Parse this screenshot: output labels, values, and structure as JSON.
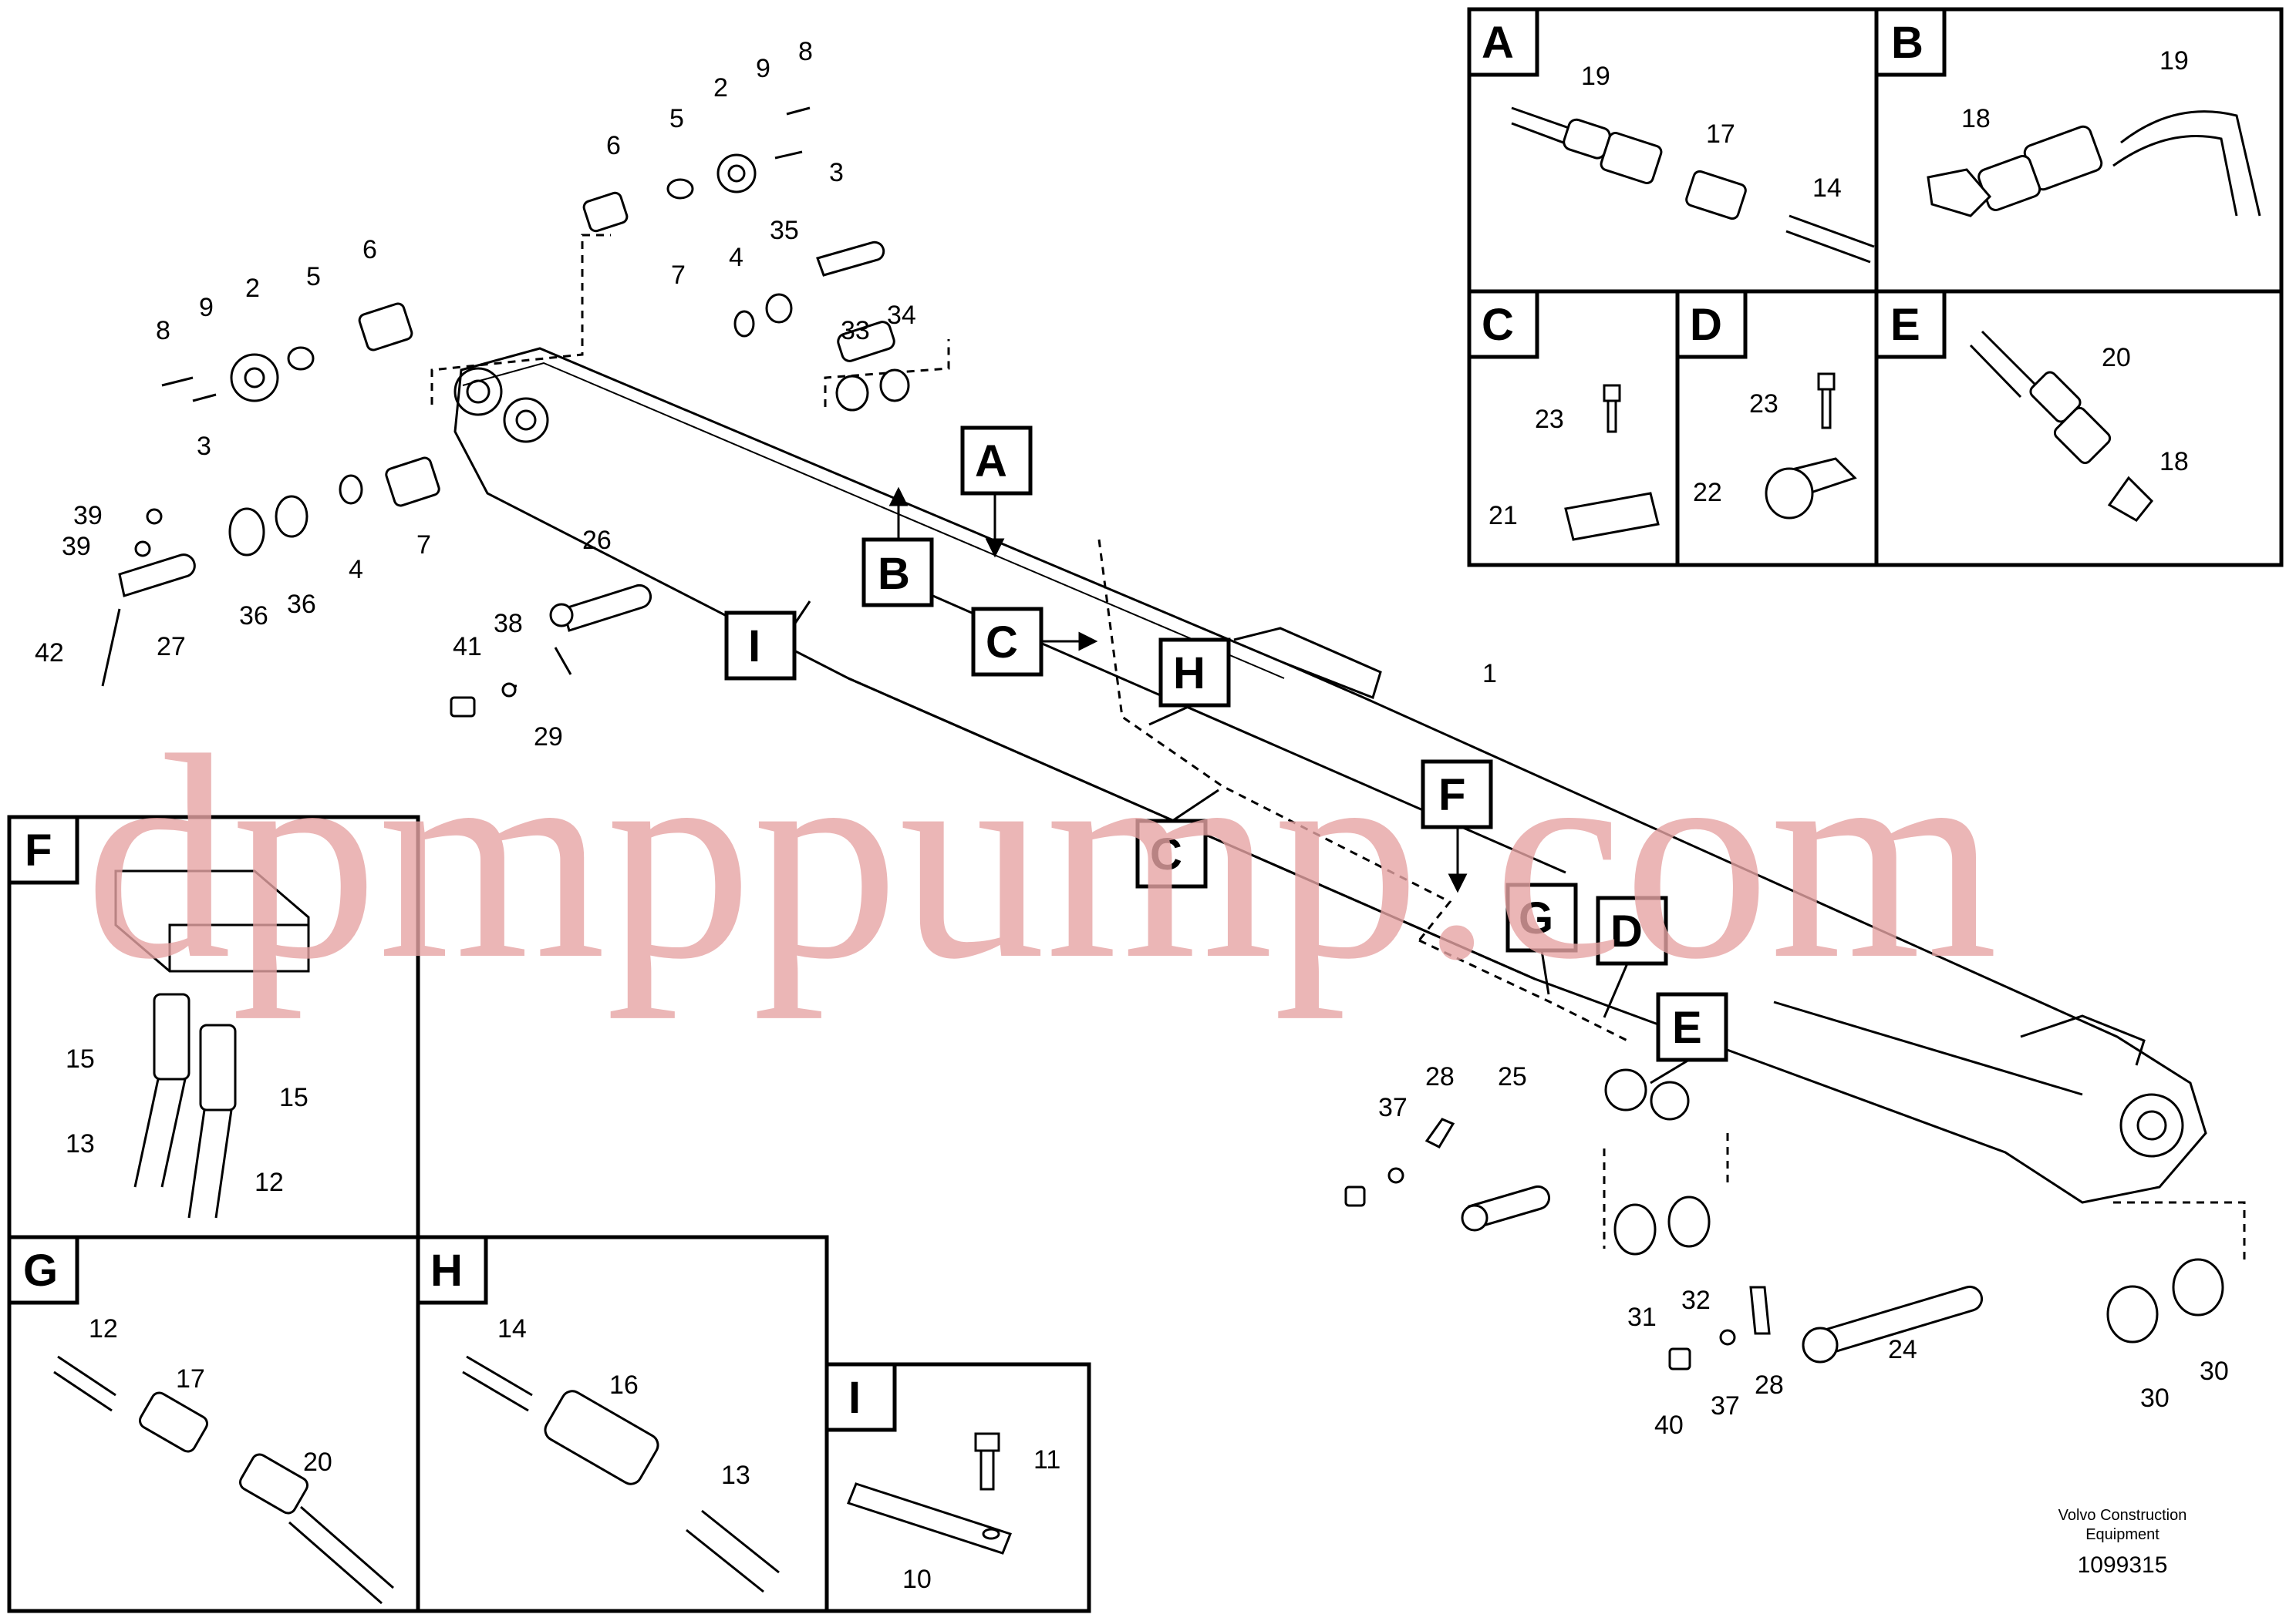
{
  "watermark": "dpmppump.com",
  "credit": {
    "line1": "Volvo Construction",
    "line2": "Equipment"
  },
  "document_number": "1099315",
  "colors": {
    "line": "#000000",
    "watermark": "#e7a4a4",
    "background": "#ffffff"
  },
  "detail_views": {
    "A": {
      "letter": "A",
      "callouts": [
        "19",
        "17",
        "14"
      ]
    },
    "B": {
      "letter": "B",
      "callouts": [
        "19",
        "18"
      ]
    },
    "C": {
      "letter": "C",
      "callouts": [
        "23",
        "21"
      ]
    },
    "D": {
      "letter": "D",
      "callouts": [
        "23",
        "22"
      ]
    },
    "E": {
      "letter": "E",
      "callouts": [
        "20",
        "18"
      ]
    },
    "F": {
      "letter": "F",
      "callouts": [
        "15",
        "15",
        "13",
        "12"
      ]
    },
    "G": {
      "letter": "G",
      "callouts": [
        "12",
        "17",
        "20"
      ]
    },
    "H": {
      "letter": "H",
      "callouts": [
        "14",
        "16",
        "13"
      ]
    },
    "I": {
      "letter": "I",
      "callouts": [
        "11",
        "10"
      ]
    }
  },
  "main_view": {
    "markers": [
      "A",
      "B",
      "C",
      "C",
      "H",
      "I",
      "F",
      "G",
      "D",
      "E"
    ],
    "callouts": [
      "8",
      "9",
      "2",
      "5",
      "6",
      "3",
      "8",
      "9",
      "2",
      "5",
      "6",
      "3",
      "7",
      "4",
      "35",
      "33",
      "34",
      "39",
      "39",
      "36",
      "36",
      "4",
      "7",
      "42",
      "27",
      "26",
      "41",
      "38",
      "29",
      "1",
      "37",
      "28",
      "25",
      "31",
      "32",
      "24",
      "28",
      "37",
      "40",
      "30",
      "30"
    ]
  }
}
